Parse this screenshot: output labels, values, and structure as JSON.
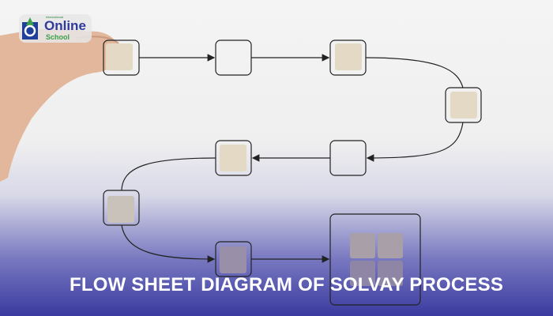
{
  "logo": {
    "small_text": "International",
    "name": "Online",
    "sub": "School"
  },
  "title": "FLOW SHEET DIAGRAM OF SOLVAY PROCESS",
  "colors": {
    "accent": "#3a3aa0",
    "block": "#e3d9c5",
    "title": "#ffffff"
  }
}
